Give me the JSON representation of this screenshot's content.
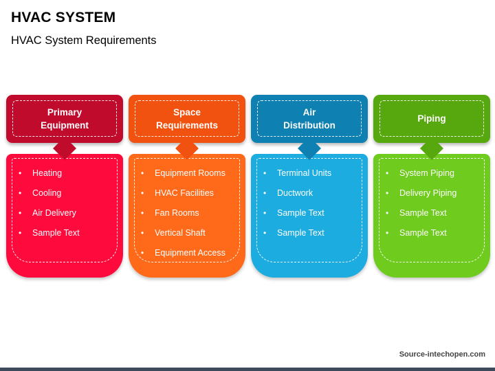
{
  "header": {
    "title": "HVAC SYSTEM",
    "subtitle": "HVAC System Requirements"
  },
  "cards": [
    {
      "heading": "Primary\nEquipment",
      "items": [
        "Heating",
        "Cooling",
        "Air Delivery",
        "Sample Text"
      ],
      "colors": {
        "header": "#c00b2c",
        "body": "#ff0a3c"
      }
    },
    {
      "heading": "Space\nRequirements",
      "items": [
        "Equipment Rooms",
        "HVAC Facilities",
        "Fan Rooms",
        "Vertical Shaft",
        "Equipment Access"
      ],
      "colors": {
        "header": "#f2520f",
        "body": "#ff6a1a"
      }
    },
    {
      "heading": "Air\nDistribution",
      "items": [
        "Terminal Units",
        "Ductwork",
        "Sample Text",
        "Sample Text"
      ],
      "colors": {
        "header": "#0f80b2",
        "body": "#1cacdf"
      }
    },
    {
      "heading": "Piping",
      "items": [
        "System Piping",
        "Delivery Piping",
        "Sample Text",
        "Sample Text"
      ],
      "colors": {
        "header": "#57a80f",
        "body": "#6fcb1e"
      }
    }
  ],
  "footer": {
    "source": "Source-intechopen.com",
    "bar_color": "#3d4a5c"
  }
}
